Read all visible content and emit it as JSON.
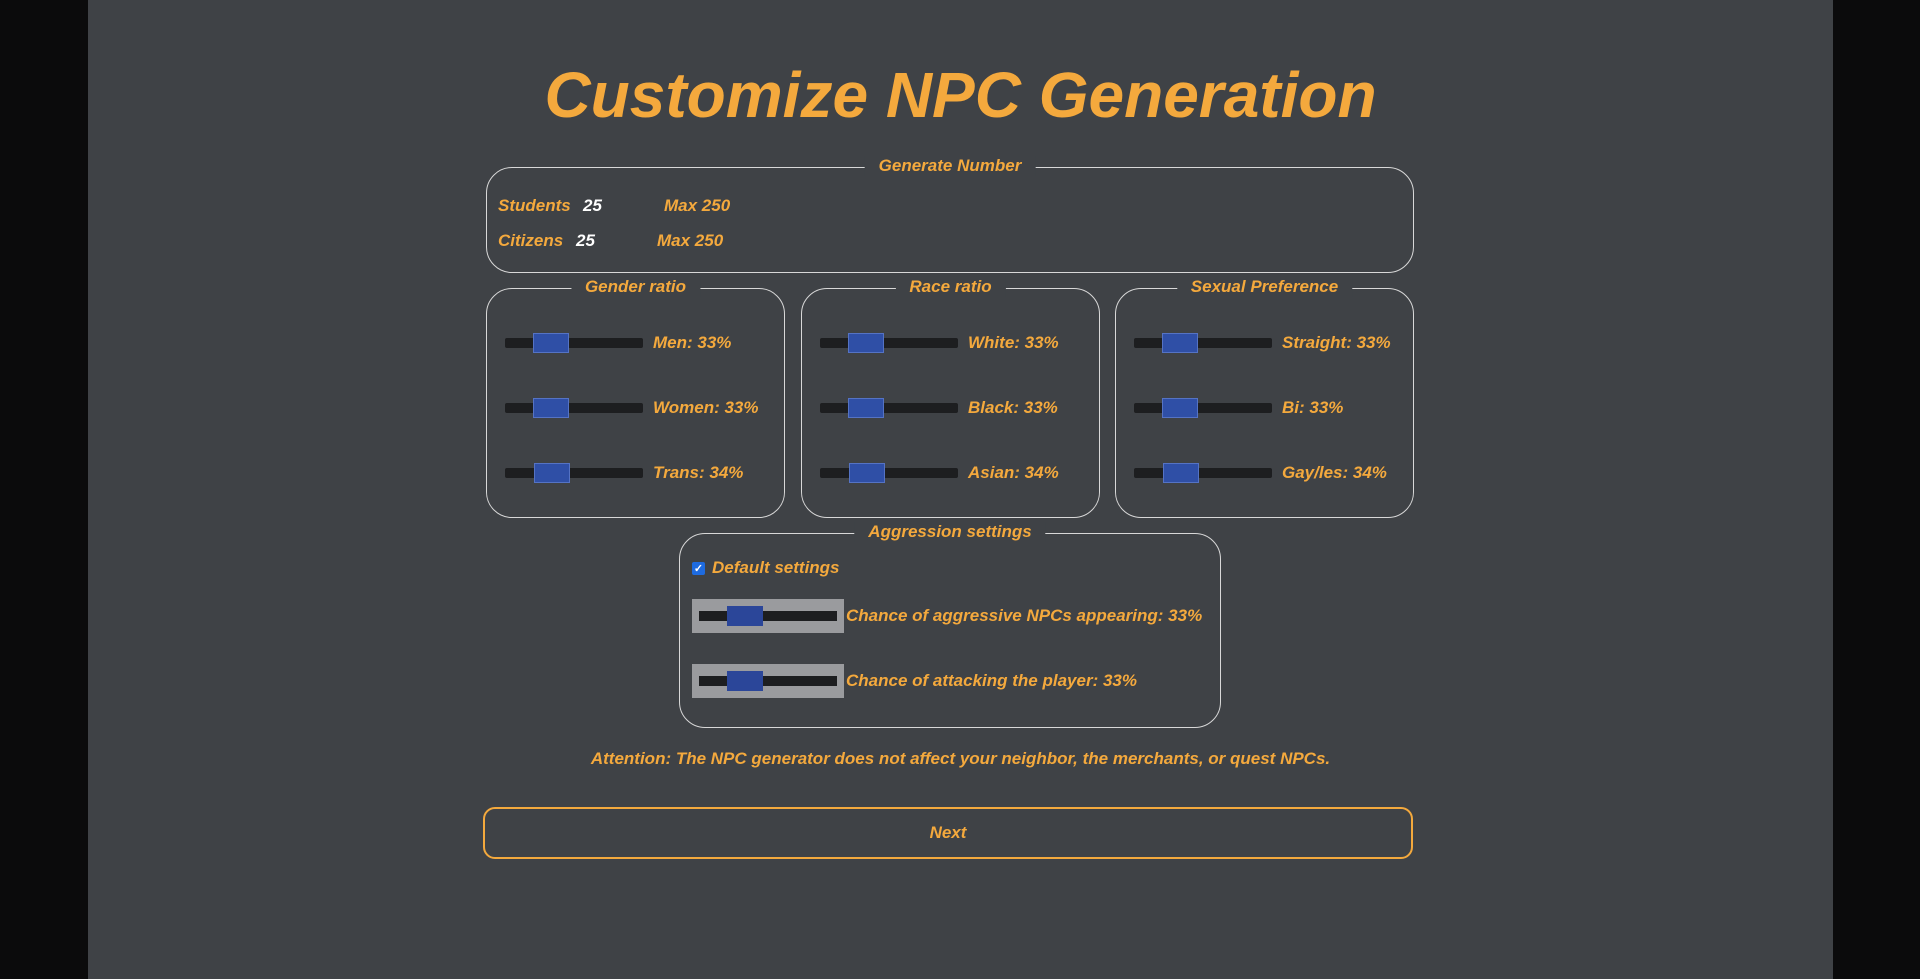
{
  "page": {
    "title": "Customize NPC Generation"
  },
  "generate": {
    "legend": "Generate Number",
    "students": {
      "label": "Students",
      "value": "25",
      "max": "Max 250"
    },
    "citizens": {
      "label": "Citizens",
      "value": "25",
      "max": "Max 250"
    }
  },
  "gender": {
    "legend": "Gender ratio",
    "sliders": [
      {
        "label": "Men: 33%",
        "value": 0.33
      },
      {
        "label": "Women: 33%",
        "value": 0.33
      },
      {
        "label": "Trans: 34%",
        "value": 0.34
      }
    ]
  },
  "race": {
    "legend": "Race ratio",
    "sliders": [
      {
        "label": "White: 33%",
        "value": 0.33
      },
      {
        "label": "Black: 33%",
        "value": 0.33
      },
      {
        "label": "Asian: 34%",
        "value": 0.34
      }
    ]
  },
  "sexual": {
    "legend": "Sexual Preference",
    "sliders": [
      {
        "label": "Straight: 33%",
        "value": 0.33
      },
      {
        "label": "Bi: 33%",
        "value": 0.33
      },
      {
        "label": "Gay/les: 34%",
        "value": 0.34
      }
    ]
  },
  "aggression": {
    "legend": "Aggression settings",
    "default_label": "Default settings",
    "default_checked": true,
    "sliders": [
      {
        "label": "Chance of aggressive NPCs appearing: 33%",
        "value": 0.33
      },
      {
        "label": "Chance of attacking the player: 33%",
        "value": 0.33
      }
    ]
  },
  "attention": "Attention: The NPC generator does not affect your neighbor, the merchants, or quest NPCs.",
  "next_label": "Next",
  "colors": {
    "accent": "#f4a93d",
    "thumb": "#2f4fa6",
    "background": "#3f4246"
  }
}
